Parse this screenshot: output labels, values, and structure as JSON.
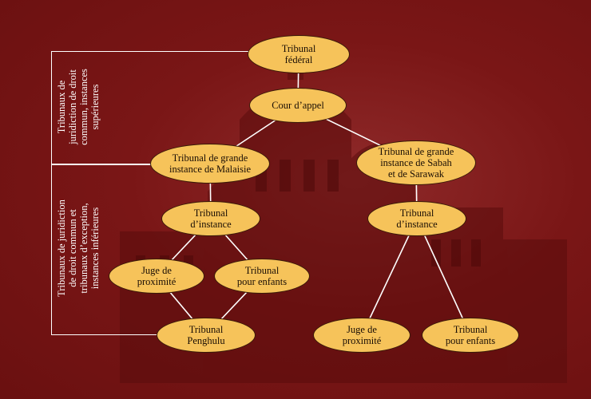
{
  "nodes": {
    "federal": "Tribunal\nfédéral",
    "appel": "Cour d’appel",
    "malaisie": "Tribunal de grande\ninstance de Malaisie",
    "sabah": "Tribunal de grande\ninstance de Sabah\net de Sarawak",
    "instance_left": "Tribunal\nd’instance",
    "instance_right": "Tribunal\nd’instance",
    "juge_left": "Juge de\nproximité",
    "enfants_left": "Tribunal\npour enfants",
    "penghulu": "Tribunal\nPenghulu",
    "juge_right": "Juge de\nproximité",
    "enfants_right": "Tribunal\npour enfants"
  },
  "side_labels": {
    "upper": "Tribunaux de\njuridiction de droit\ncommun, instances\nsupérieures",
    "lower": "Tribunaux de juridiction\nde droit commun et\ntribunaux d’exception,\ninstances inférieures"
  },
  "colors": {
    "background": "#7a1616",
    "node_fill": "#f6c35a",
    "node_border": "#3a1a08",
    "connector": "#ffffff"
  }
}
